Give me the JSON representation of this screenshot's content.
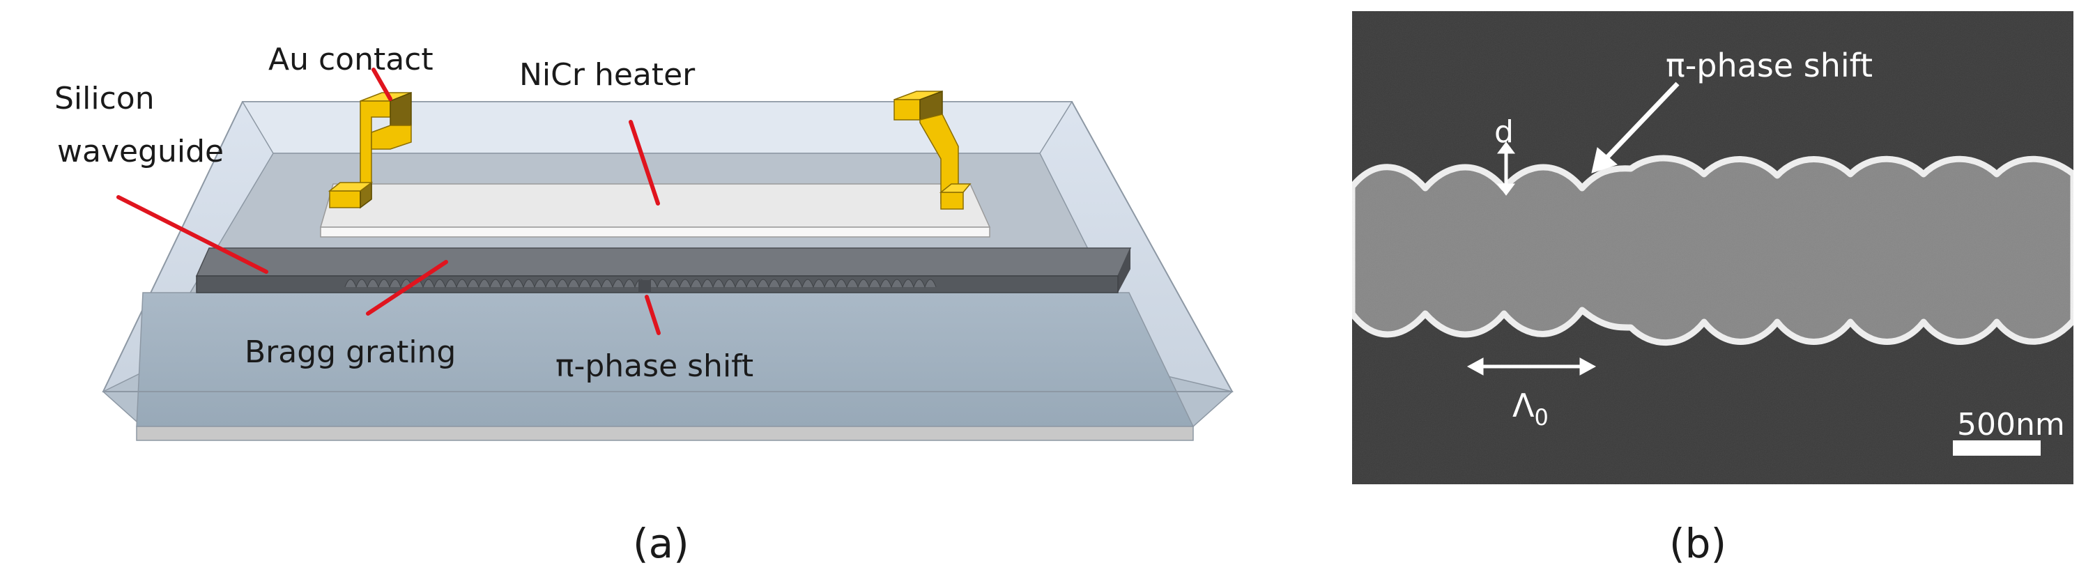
{
  "panel_a": {
    "labels": {
      "au_contact": "Au contact",
      "nicr_heater": "NiCr heater",
      "silicon_line1": "Silicon",
      "silicon_line2": "waveguide",
      "bragg_grating": "Bragg grating",
      "phase_shift": "π-phase shift"
    },
    "caption": "(a)",
    "colors": {
      "leader": "#e0141e",
      "gold": "#f2c200",
      "cladding_top": "#d3dce9",
      "cladding_side": "#b8c3cf",
      "substrate_face": "#9fb0bf",
      "waveguide": "#5f6368",
      "heater": "#f3f3f3"
    }
  },
  "panel_b": {
    "labels": {
      "phase_shift": "π-phase shift",
      "depth": "d",
      "period_symbol": "Λ",
      "period_subscript": "0",
      "scale_bar": "500nm"
    },
    "caption": "(b)",
    "colors": {
      "background": "#3c3c3c",
      "waveguide": "#858585",
      "edge_glow": "#f0f0f0",
      "annotation": "#ffffff"
    }
  }
}
